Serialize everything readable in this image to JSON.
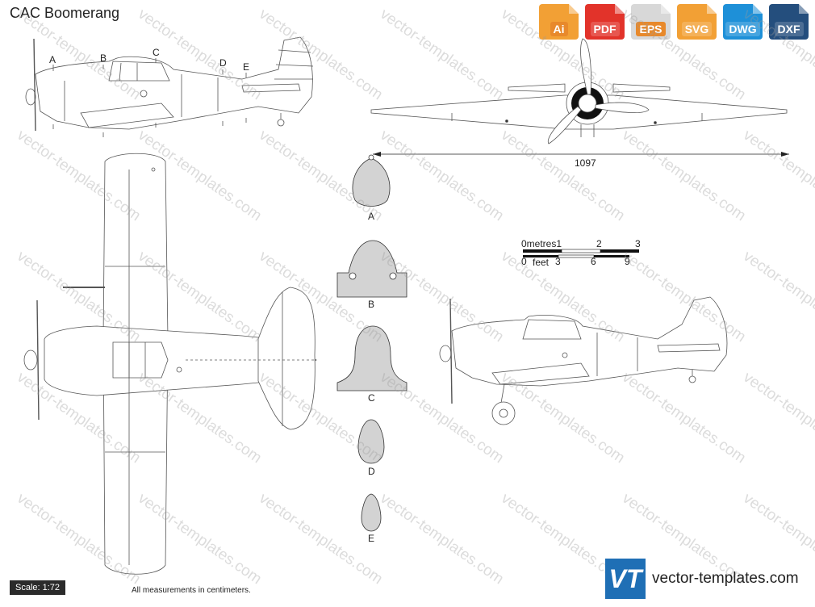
{
  "title": "CAC Boomerang",
  "formats": [
    {
      "label": "Ai",
      "color": "#f2a035",
      "icon": "ai-file-icon"
    },
    {
      "label": "PDF",
      "color": "#e2332a",
      "icon": "pdf-file-icon"
    },
    {
      "label": "EPS",
      "color": "#d8d8d8",
      "icon": "eps-file-icon"
    },
    {
      "label": "SVG",
      "color": "#f2a035",
      "icon": "svg-file-icon"
    },
    {
      "label": "DWG",
      "color": "#1e90d8",
      "icon": "dwg-file-icon"
    },
    {
      "label": "DXF",
      "color": "#244e7d",
      "icon": "dxf-file-icon"
    }
  ],
  "section_markers": [
    "A",
    "B",
    "C",
    "D",
    "E"
  ],
  "section_labels": [
    "A",
    "B",
    "C",
    "D",
    "E"
  ],
  "dimension": "1097",
  "scale_bar": {
    "metres_label": "0metres1",
    "metres_ticks": [
      "2",
      "3"
    ],
    "feet_zero": "0",
    "feet_label": "feet",
    "feet_ticks": [
      "3",
      "6",
      "9"
    ]
  },
  "scale": "Scale: 1:72",
  "measurements_note": "All measurements in centimeters.",
  "brand": {
    "logo": "VT",
    "name": "vector-templates.com"
  },
  "watermark": "vector-templates.com"
}
